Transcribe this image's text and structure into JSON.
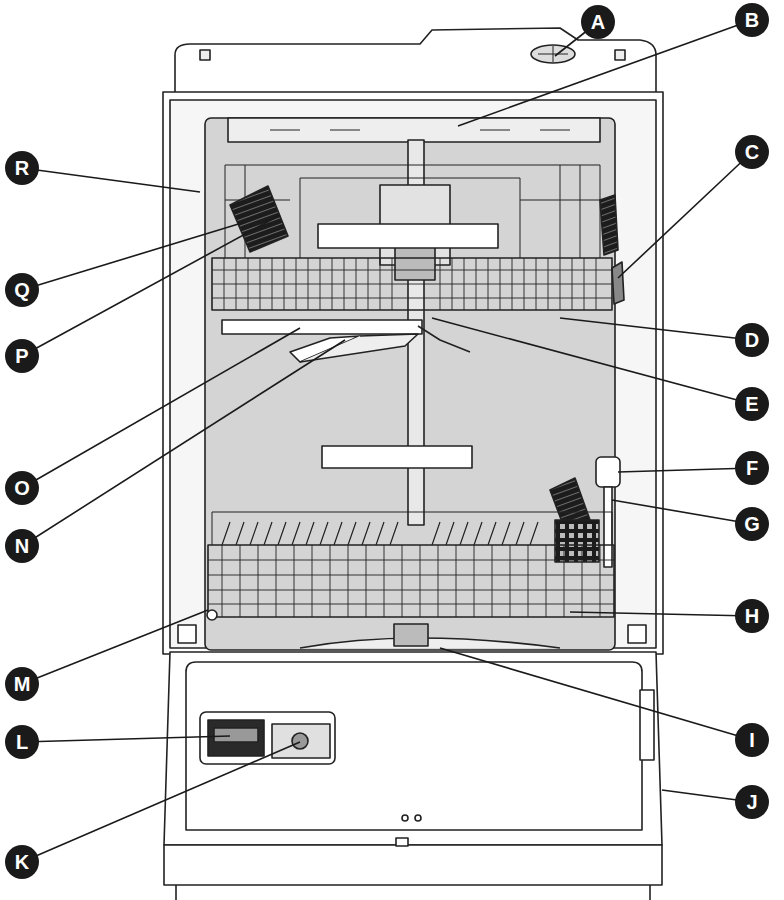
{
  "diagram": {
    "nodes": [
      {
        "text": [
          "A"
        ]
      },
      {
        "text": [
          "B"
        ]
      },
      {
        "text": [
          "C"
        ]
      },
      {
        "text": [
          "D"
        ]
      },
      {
        "text": [
          "E"
        ]
      },
      {
        "text": [
          "F"
        ]
      },
      {
        "text": [
          "G"
        ]
      },
      {
        "text": [
          "H"
        ]
      },
      {
        "text": [
          "I"
        ]
      },
      {
        "text": [
          "J"
        ]
      },
      {
        "text": [
          "K"
        ]
      },
      {
        "text": [
          "L"
        ]
      },
      {
        "text": [
          "M"
        ]
      },
      {
        "text": [
          "N"
        ]
      },
      {
        "text": [
          "O"
        ]
      },
      {
        "text": [
          "P"
        ]
      },
      {
        "text": [
          "Q"
        ]
      },
      {
        "text": [
          "R"
        ]
      }
    ]
  }
}
